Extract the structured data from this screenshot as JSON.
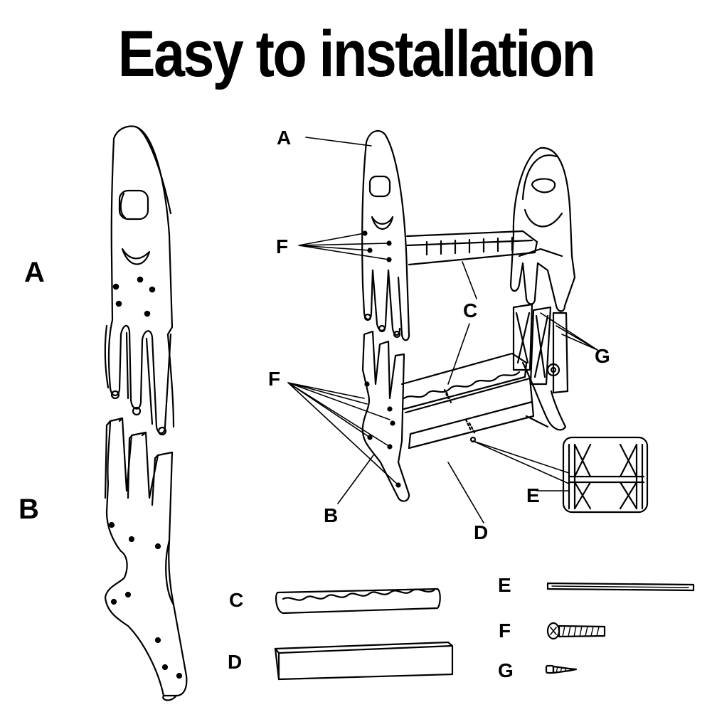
{
  "title": "Easy to installation",
  "labels": {
    "left_A": "A",
    "left_B": "B",
    "assembly_A": "A",
    "assembly_F_top": "F",
    "assembly_C": "C",
    "assembly_G": "G",
    "assembly_F_bottom": "F",
    "assembly_E": "E",
    "assembly_B": "B",
    "assembly_D": "D",
    "parts_C": "C",
    "parts_D": "D",
    "parts_E": "E",
    "parts_F": "F",
    "parts_G": "G"
  }
}
